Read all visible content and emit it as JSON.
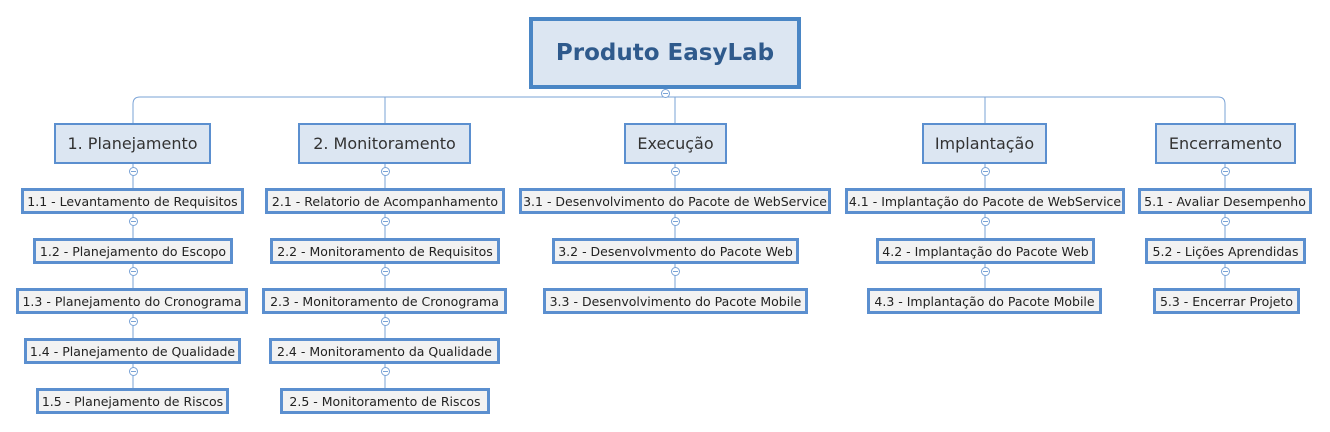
{
  "root": {
    "label": "Produto EasyLab"
  },
  "branches": [
    {
      "label": "1. Planejamento",
      "children": [
        "1.1 - Levantamento de Requisitos",
        "1.2 - Planejamento do Escopo",
        "1.3 - Planejamento do Cronograma",
        "1.4 - Planejamento de Qualidade",
        "1.5 - Planejamento de Riscos"
      ]
    },
    {
      "label": "2. Monitoramento",
      "children": [
        "2.1 - Relatorio de Acompanhamento",
        "2.2 - Monitoramento de Requisitos",
        "2.3 - Monitoramento de Cronograma",
        "2.4 - Monitoramento da Qualidade",
        "2.5 - Monitoramento de Riscos"
      ]
    },
    {
      "label": "Execução",
      "children": [
        "3.1 - Desenvolvimento do Pacote de WebService",
        "3.2 - Desenvolvmento do Pacote Web",
        "3.3 - Desenvolvimento do Pacote Mobile"
      ]
    },
    {
      "label": "Implantação",
      "children": [
        "4.1 - Implantação do Pacote de WebService",
        "4.2 - Implantação do Pacote Web",
        "4.3 - Implantação do Pacote Mobile"
      ]
    },
    {
      "label": "Encerramento",
      "children": [
        "5.1 - Avaliar Desempenho",
        "5.2 - Lições Aprendidas",
        "5.3 - Encerrar Projeto"
      ]
    }
  ]
}
